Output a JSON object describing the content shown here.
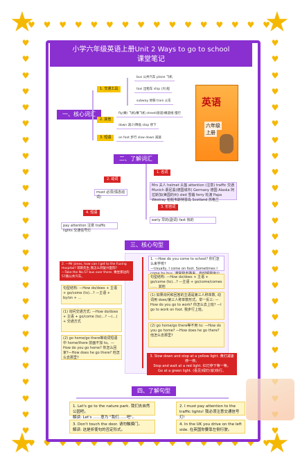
{
  "title": "小学六年级英语上册Unit 2 Ways to go to school\n课堂笔记",
  "colors": {
    "primary": "#8a2fd0",
    "accent_red": "#d72323",
    "accent_yellow": "#f5c400",
    "star": "#f5b800"
  },
  "book": {
    "title": "英语",
    "grade": "六年级",
    "volume": "上册"
  },
  "sections": {
    "s1": {
      "label": "一、核心词汇",
      "branches": [
        {
          "label": "1. 交通工具",
          "leaves": [
            "bus 公共汽车  plane 飞机",
            "taxi 出租车    ship (大)船",
            "subway 地铁      train 火车"
          ]
        },
        {
          "label": "2. 其他",
          "leaves": [
            "fly(乘) 飞机/乘飞机    street(街道)横道线  慢行",
            "down 减少/降低  stop 停下"
          ]
        },
        {
          "label": "3. 短语",
          "leaves": [
            "on foot 步行  slow down 减速"
          ]
        }
      ]
    },
    "s2": {
      "label": "二、了解词汇",
      "branches": [
        {
          "label": "1. 名词",
          "detail": "Mrs 夫人  helmet 头盔  attention (注意) traffic 交通  Munich 慕尼黑(德国城市)  Germany 德国  Alaska 阿拉斯加(美国的州)  sled 雪橇  ferry 轮渡  Papa Westray 帕帕韦斯特雷岛  Scotland 苏格兰"
        },
        {
          "label": "2. 动词",
          "detail": "must 必须(情态动词)"
        },
        {
          "label": "3. 形容词",
          "detail": "early 早的(副词)  fast 快的"
        },
        {
          "label": "4. 短语",
          "detail": "pay attention 注意  traffic lights 交通信号灯"
        }
      ]
    },
    "s3": {
      "label": "三、核心句型",
      "red1": "2. —Mr Jones, how can I get to the Fuxing Hospital? 琼斯先生,我怎么到复兴医院?\n—Take the No.57 bus over there. 乘坐那边的57路公共汽车。",
      "red2": "1. —How do you come to school? 你们怎么来学校?\n—Usually, I come on foot. Sometimes I come by bus. 通常我走路来。有时候我坐公共汽车来。",
      "red3": "3. Slow down and stop at a yellow light. 黄灯减速停一停。\nStop and wait at a red light. 红灯停下等一等。\nGo at a green light. (看见)绿灯(就)快行。",
      "notes_left": [
        "句型结构: —How do/does + 主语 + go/come (to)…? —主语 + by/on + …",
        "(1) 询问交通方式: —How do/does + 主语 + go/come (to)…? —(…) + 交通方式",
        "(2) go home/go there等动词短语中 home/there 前面不加 to。—How do you go home? 你怎么回家?—How does he go there? 他怎么去那里?"
      ],
      "notes_right": [
        "句型结构: —How do/does + 主语 + go/come (to)…? —主语 + go/come/comes …… 其他",
        "(1) 如果询问和回答的主语是第三人称单数, 动词用 does/第三人称单数形式。举一反三: —How do you go to work? 你怎么去上班? —I go to work on foot. 我步行上班。",
        "(2) go home/go there等不用 to: —How do you go home? —How does he go there? 他怎么去那里?"
      ]
    },
    "s4": {
      "label": "四、了解句型",
      "cards": [
        "1. Let's go to the nature park. 我们去自然公园吧。\n解读: Let's ……意为 \"我们……吧\"。",
        "2. I must pay attention to the traffic lights! 我必须注意交通信号灯!",
        "3. Don't touch the door. 请勿触摸门。\n解读: 这是祈使句的否定形式。",
        "4. In the UK you drive on the left side. 在英国你要靠左侧行驶。"
      ]
    }
  }
}
